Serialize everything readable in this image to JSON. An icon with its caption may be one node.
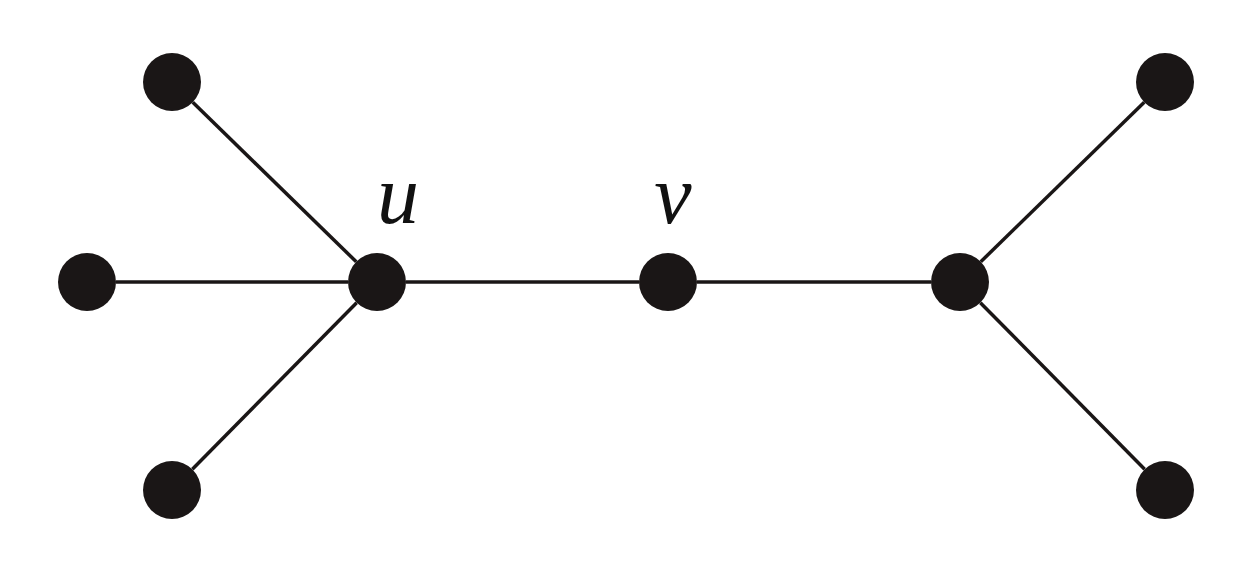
{
  "diagram": {
    "nodes": [
      {
        "text": [],
        "shape": "circle"
      },
      {
        "text": [],
        "shape": "circle"
      },
      {
        "text": [],
        "shape": "circle"
      },
      {
        "text": [],
        "shape": "circle",
        "beside": [
          "u"
        ]
      },
      {
        "text": [],
        "shape": "circle",
        "beside": [
          "v"
        ]
      },
      {
        "text": [],
        "shape": "circle"
      },
      {
        "text": [],
        "shape": "circle"
      },
      {
        "text": [],
        "shape": "circle"
      }
    ],
    "edges": [
      {
        "from": 0,
        "to": 3,
        "arrow": "none"
      },
      {
        "from": 1,
        "to": 3,
        "arrow": "none"
      },
      {
        "from": 2,
        "to": 3,
        "arrow": "none"
      },
      {
        "from": 3,
        "to": 4,
        "arrow": "none"
      },
      {
        "from": 4,
        "to": 5,
        "arrow": "none"
      },
      {
        "from": 5,
        "to": 6,
        "arrow": "none"
      },
      {
        "from": 5,
        "to": 7,
        "arrow": "none"
      }
    ]
  }
}
